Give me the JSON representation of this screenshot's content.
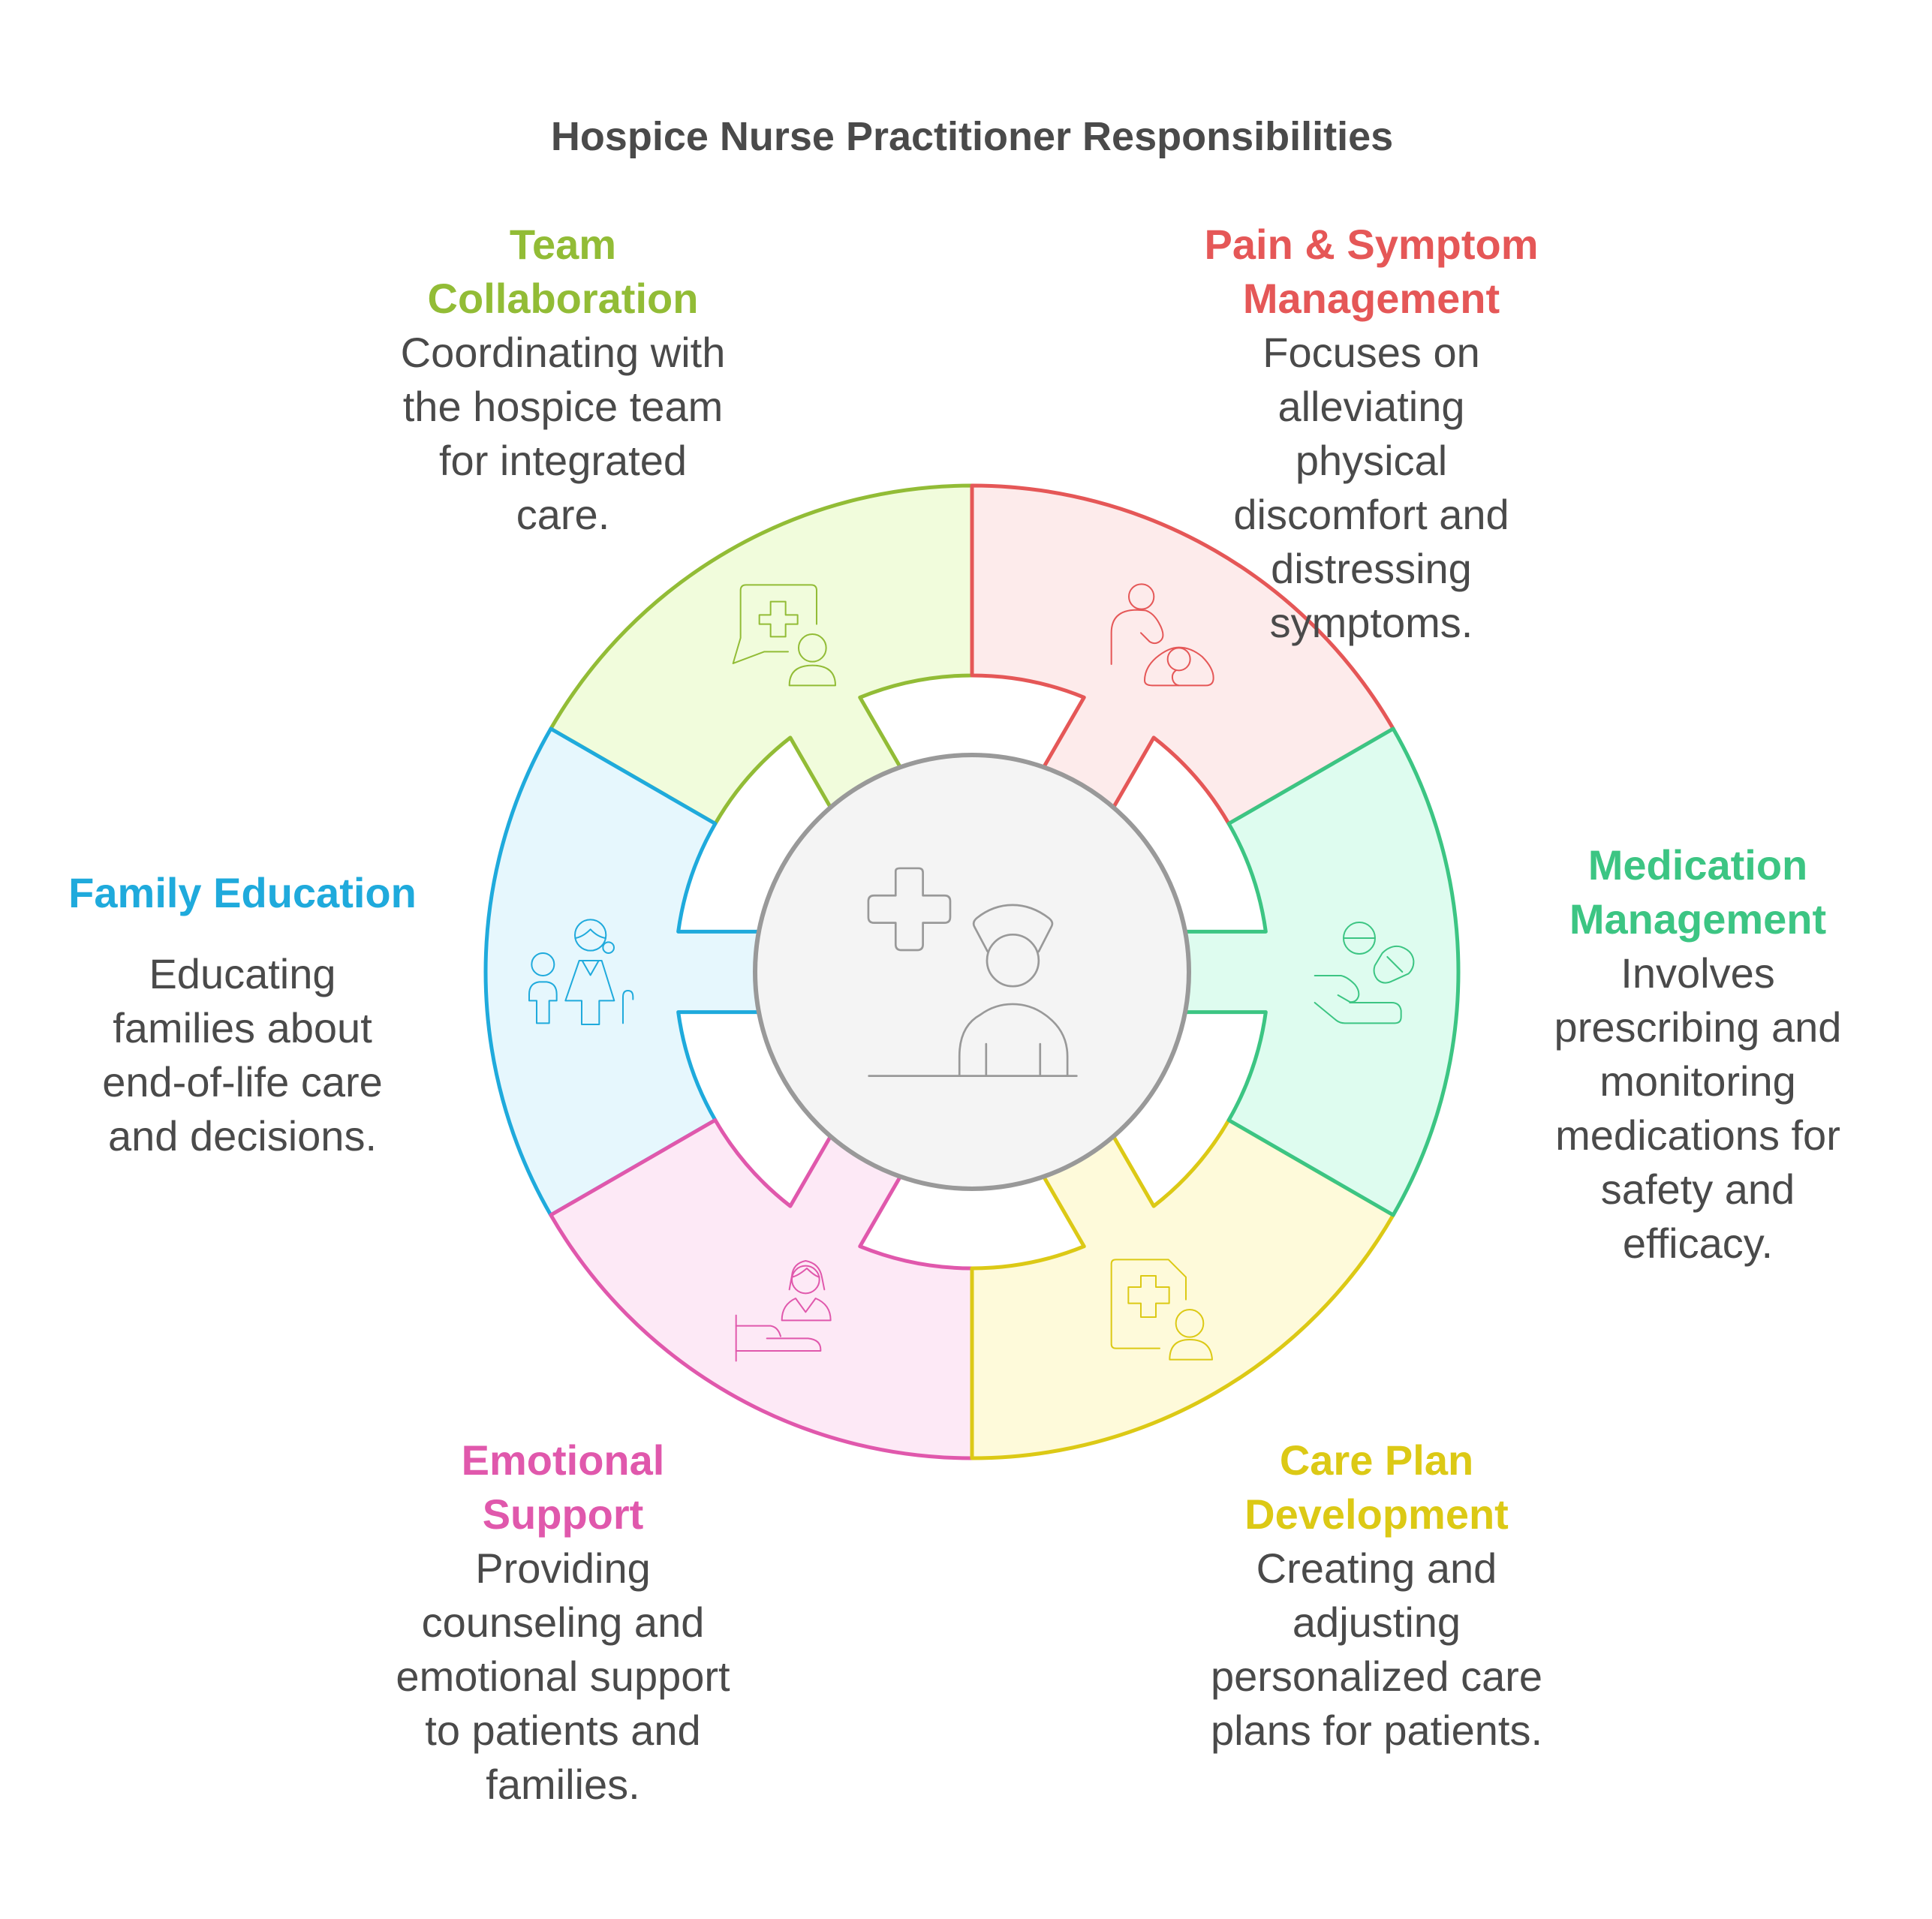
{
  "title": "Hospice Nurse Practitioner Responsibilities",
  "center": {
    "icon": "nurse-icon",
    "fill": "#f4f4f4",
    "stroke": "#999999"
  },
  "segments": [
    {
      "id": "team-collaboration",
      "title_lines": [
        "Team",
        "Collaboration"
      ],
      "description_lines": [
        "Coordinating with",
        "the hospice team",
        "for integrated",
        "care."
      ],
      "icon": "chat-medical-person-icon",
      "stroke": "#92bc36",
      "fill": "#f1fcdc"
    },
    {
      "id": "pain-symptom-management",
      "title_lines": [
        "Pain & Symptom",
        "Management"
      ],
      "description_lines": [
        "Focuses on",
        "alleviating",
        "physical",
        "discomfort and",
        "distressing",
        "symptoms."
      ],
      "icon": "caregiver-patient-icon",
      "stroke": "#e55757",
      "fill": "#fdebeb"
    },
    {
      "id": "medication-management",
      "title_lines": [
        "Medication",
        "Management"
      ],
      "description_lines": [
        "Involves",
        "prescribing and",
        "monitoring",
        "medications for",
        "safety and",
        "efficacy."
      ],
      "icon": "hand-pills-icon",
      "stroke": "#3cc583",
      "fill": "#defcef"
    },
    {
      "id": "care-plan-development",
      "title_lines": [
        "Care Plan",
        "Development"
      ],
      "description_lines": [
        "Creating and",
        "adjusting",
        "personalized care",
        "plans for patients."
      ],
      "icon": "medical-document-person-icon",
      "stroke": "#dcc915",
      "fill": "#fefada"
    },
    {
      "id": "emotional-support",
      "title_lines": [
        "Emotional",
        "Support"
      ],
      "description_lines": [
        "Providing",
        "counseling and",
        "emotional support",
        "to patients and",
        "families."
      ],
      "icon": "nurse-bed-icon",
      "stroke": "#e058ac",
      "fill": "#fde9f6"
    },
    {
      "id": "family-education",
      "title_lines": [
        "Family Education"
      ],
      "description_lines": [
        "Educating",
        "families about",
        "end-of-life care",
        "and decisions."
      ],
      "icon": "family-elder-child-icon",
      "stroke": "#1faadc",
      "fill": "#e6f7fd"
    }
  ]
}
